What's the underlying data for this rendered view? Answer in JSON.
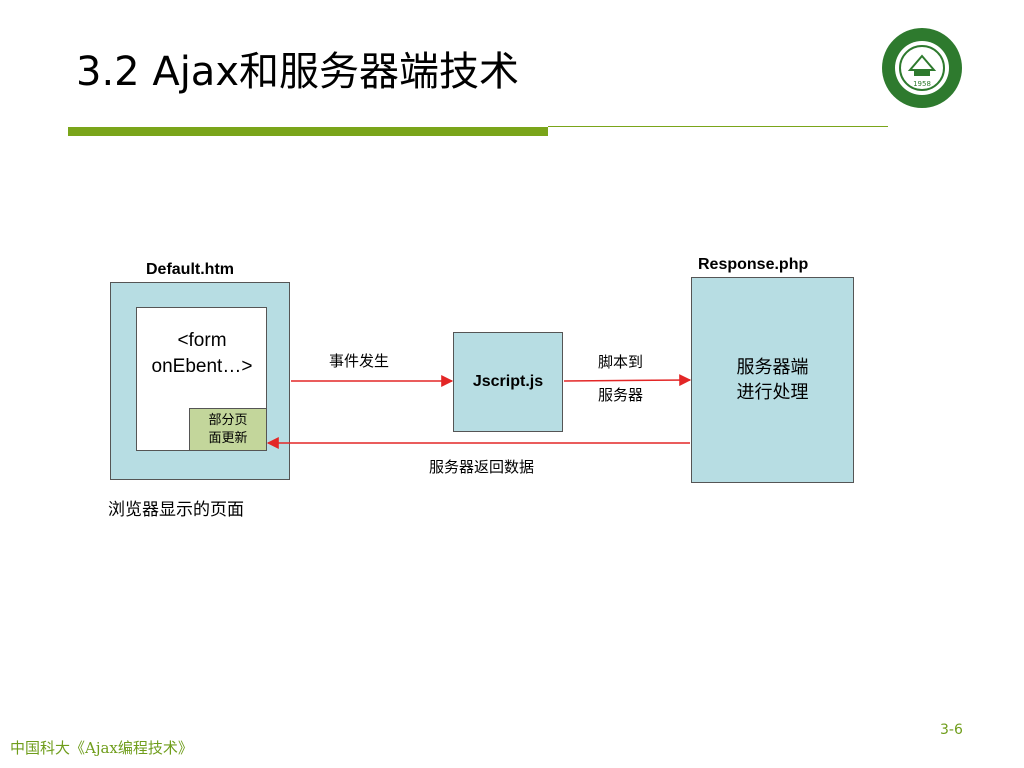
{
  "slide": {
    "title": "3.2 Ajax和服务器端技术",
    "page_number": "3-6",
    "footer": "中国科大《Ajax编程技术》"
  },
  "logo": {
    "icon": "university-seal-icon",
    "year": "1958",
    "color": "#2e7a2e"
  },
  "diagram": {
    "browser": {
      "file_label": "Default.htm",
      "form_text_line1": "<form",
      "form_text_line2": "onEbent…>",
      "partial_update": "部分页\n面更新",
      "caption": "浏览器显示的页面"
    },
    "script": {
      "label": "Jscript.js"
    },
    "server": {
      "file_label": "Response.php",
      "text": "服务器端\n进行处理"
    },
    "edges": {
      "event": "事件发生",
      "to_server_line1": "脚本到",
      "to_server_line2": "服务器",
      "return": "服务器返回数据"
    },
    "colors": {
      "box_fill": "#b7dde3",
      "partial_fill": "#c3d69b",
      "arrow": "#e32626",
      "accent": "#7aa51a"
    }
  }
}
